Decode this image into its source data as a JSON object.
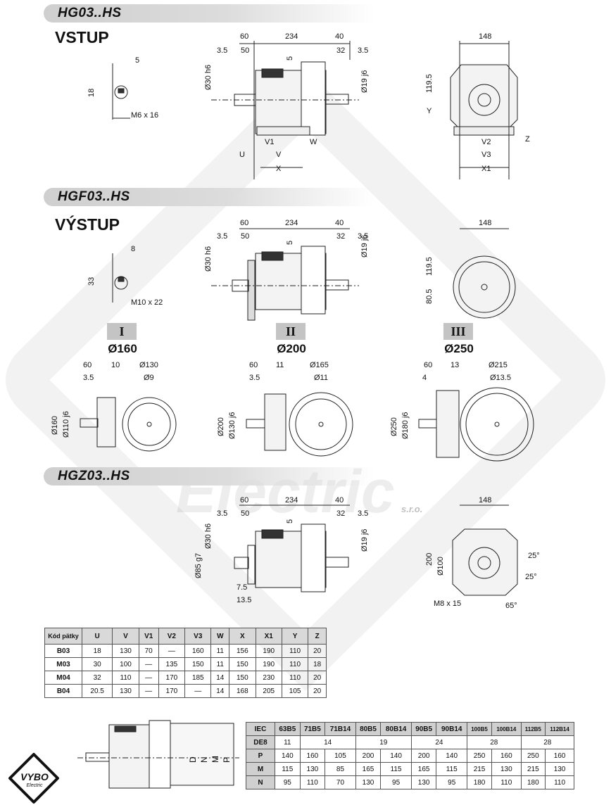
{
  "sections": {
    "hg": {
      "title": "HG03..HS",
      "heading": "VSTUP"
    },
    "hgf": {
      "title": "HGF03..HS",
      "heading": "VÝSTUP"
    },
    "hgz": {
      "title": "HGZ03..HS"
    }
  },
  "dims_common": {
    "d60": "60",
    "d234": "234",
    "d40": "40",
    "d3_5a": "3.5",
    "d50": "50",
    "d32": "32",
    "d3_5b": "3.5",
    "d5": "5",
    "shaft_in": "Ø30 h6",
    "shaft_out": "Ø19 j6",
    "width148": "148",
    "h119": "119.5"
  },
  "hg_dims": {
    "key5": "5",
    "key18": "18",
    "thread": "M6 x 16",
    "U": "U",
    "V1": "V1",
    "V": "V",
    "W": "W",
    "X": "X",
    "Y": "Y",
    "V2": "V2",
    "V3": "V3",
    "X1": "X1",
    "Z": "Z"
  },
  "hgf_dims": {
    "key8": "8",
    "key33": "33",
    "thread": "M10 x 22",
    "h80": "80.5"
  },
  "flanges": [
    {
      "roman": "I",
      "dia": "Ø160",
      "a": "60",
      "b": "10",
      "c": "3.5",
      "d": "Ø130",
      "e": "Ø9",
      "f": "Ø160",
      "g": "Ø110 j6"
    },
    {
      "roman": "II",
      "dia": "Ø200",
      "a": "60",
      "b": "11",
      "c": "3.5",
      "d": "Ø165",
      "e": "Ø11",
      "f": "Ø200",
      "g": "Ø130 j6"
    },
    {
      "roman": "III",
      "dia": "Ø250",
      "a": "60",
      "b": "13",
      "c": "4",
      "d": "Ø215",
      "e": "Ø13.5",
      "f": "Ø250",
      "g": "Ø180 j6"
    }
  ],
  "hgz_dims": {
    "spigot": "Ø85 g7",
    "d7_5": "7.5",
    "d13_5": "13.5",
    "h200": "200",
    "d100": "Ø100",
    "thread": "M8 x 15",
    "a25a": "25°",
    "a25b": "25°",
    "a65": "65°"
  },
  "code_table": {
    "header": [
      "Kód pätky",
      "U",
      "V",
      "V1",
      "V2",
      "V3",
      "W",
      "X",
      "X1",
      "Y",
      "Z"
    ],
    "rows": [
      [
        "B03",
        "18",
        "130",
        "70",
        "—",
        "160",
        "11",
        "156",
        "190",
        "110",
        "20"
      ],
      [
        "M03",
        "30",
        "100",
        "—",
        "135",
        "150",
        "11",
        "150",
        "190",
        "110",
        "18"
      ],
      [
        "M04",
        "32",
        "110",
        "—",
        "170",
        "185",
        "14",
        "150",
        "230",
        "110",
        "20"
      ],
      [
        "B04",
        "20.5",
        "130",
        "—",
        "170",
        "—",
        "14",
        "168",
        "205",
        "105",
        "20"
      ]
    ]
  },
  "iec_table": {
    "header": [
      "IEC",
      "63B5",
      "71B5",
      "71B14",
      "80B5",
      "80B14",
      "90B5",
      "90B14",
      "100B5",
      "100B14",
      "112B5",
      "112B14"
    ],
    "de8": {
      "label": "DE8",
      "values": [
        "11",
        "14",
        "19",
        "24",
        "28",
        "28"
      ]
    },
    "rows": [
      {
        "label": "P",
        "values": [
          "140",
          "160",
          "105",
          "200",
          "140",
          "200",
          "140",
          "250",
          "160",
          "250",
          "160"
        ]
      },
      {
        "label": "M",
        "values": [
          "115",
          "130",
          "85",
          "165",
          "115",
          "165",
          "115",
          "215",
          "130",
          "215",
          "130"
        ]
      },
      {
        "label": "N",
        "values": [
          "95",
          "110",
          "70",
          "130",
          "95",
          "130",
          "95",
          "180",
          "110",
          "180",
          "110"
        ]
      }
    ]
  },
  "motor_labels": {
    "D": "D",
    "N": "N",
    "M": "M",
    "P": "P"
  },
  "logo": {
    "brand": "VYBO",
    "sub": "Electric"
  },
  "watermark": {
    "text": "Electric",
    "sro": "s.r.o."
  }
}
